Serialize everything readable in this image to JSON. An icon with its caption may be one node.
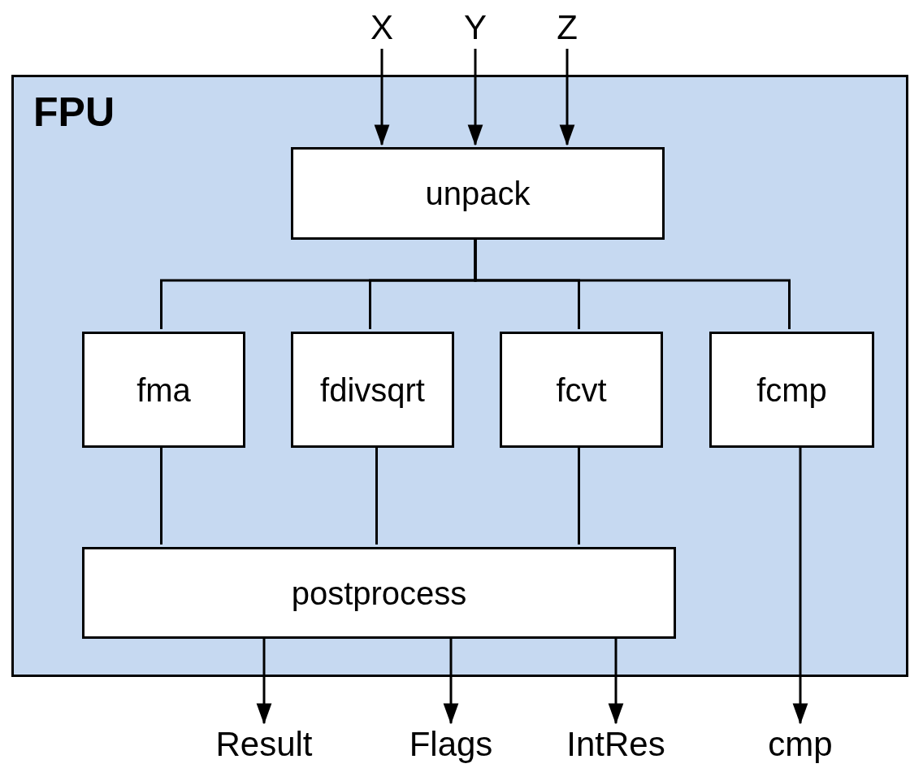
{
  "diagram": {
    "nodes": [
      {
        "text": [
          "FPU"
        ]
      },
      {
        "text": [
          "X"
        ]
      },
      {
        "text": [
          "Y"
        ]
      },
      {
        "text": [
          "Z"
        ]
      },
      {
        "text": [
          "unpack"
        ],
        "in": 0
      },
      {
        "text": [
          "fma"
        ],
        "in": 0
      },
      {
        "text": [
          "fdivsqrt"
        ],
        "in": 0
      },
      {
        "text": [
          "fcvt"
        ],
        "in": 0
      },
      {
        "text": [
          "fcmp"
        ],
        "in": 0
      },
      {
        "text": [
          "postprocess"
        ],
        "in": 0
      },
      {
        "text": [
          "Result"
        ]
      },
      {
        "text": [
          "Flags"
        ]
      },
      {
        "text": [
          "IntRes"
        ]
      },
      {
        "text": [
          "cmp"
        ]
      }
    ],
    "edges": [
      {
        "from": 1,
        "to": 4,
        "arrow": "to"
      },
      {
        "from": 2,
        "to": 4,
        "arrow": "to"
      },
      {
        "from": 3,
        "to": 4,
        "arrow": "to"
      },
      {
        "from": 4,
        "to": 5,
        "arrow": "none"
      },
      {
        "from": 4,
        "to": 6,
        "arrow": "none"
      },
      {
        "from": 4,
        "to": 7,
        "arrow": "none"
      },
      {
        "from": 4,
        "to": 8,
        "arrow": "none"
      },
      {
        "from": 5,
        "to": 9,
        "arrow": "none"
      },
      {
        "from": 6,
        "to": 9,
        "arrow": "none"
      },
      {
        "from": 7,
        "to": 9,
        "arrow": "none"
      },
      {
        "from": 9,
        "to": 10,
        "arrow": "to"
      },
      {
        "from": 9,
        "to": 11,
        "arrow": "to"
      },
      {
        "from": 9,
        "to": 12,
        "arrow": "to"
      },
      {
        "from": 8,
        "to": 13,
        "arrow": "to"
      }
    ]
  }
}
